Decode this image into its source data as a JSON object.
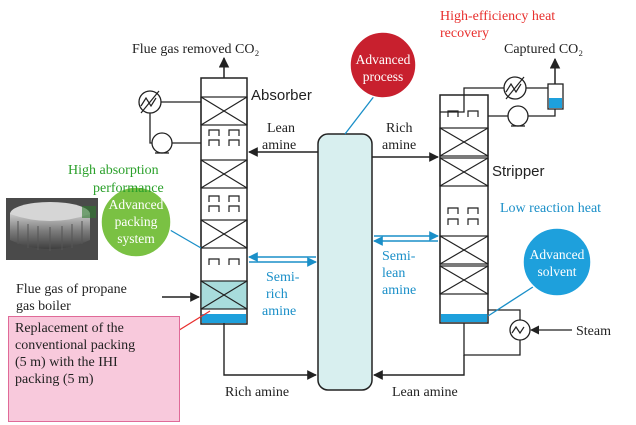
{
  "labels": {
    "flue_gas_removed": "Flue gas removed CO₂",
    "absorber": "Absorber",
    "captured_co2": "Captured CO₂",
    "stripper": "Stripper",
    "high_efficiency_line1": "High-efficiency heat",
    "high_efficiency_line2": "recovery",
    "advanced_process_line1": "Advanced",
    "advanced_process_line2": "process",
    "lean_amine_top_line1": "Lean",
    "lean_amine_top_line2": "amine",
    "rich_amine_top_line1": "Rich",
    "rich_amine_top_line2": "amine",
    "high_absorption_line1": "High absorption",
    "high_absorption_line2": "performance",
    "low_reaction_heat": "Low reaction heat",
    "advanced_packing_line1": "Advanced",
    "advanced_packing_line2": "packing",
    "advanced_packing_line3": "system",
    "advanced_solvent_line1": "Advanced",
    "advanced_solvent_line2": "solvent",
    "semi_rich_line1": "Semi-",
    "semi_rich_line2": "rich",
    "semi_rich_line3": "amine",
    "semi_lean_line1": "Semi-",
    "semi_lean_line2": "lean",
    "semi_lean_line3": "amine",
    "flue_gas_in_line1": "Flue gas of propane",
    "flue_gas_in_line2": "gas boiler",
    "steam": "Steam",
    "rich_amine_bottom": "Rich amine",
    "lean_amine_bottom": "Lean amine",
    "note_line1": "Replacement of the",
    "note_line2": "conventional packing",
    "note_line3": "(5 m) with the IHI",
    "note_line4": "packing (5 m)"
  },
  "colors": {
    "blue": "#1a8fc8",
    "green": "#2aa02a",
    "red": "#e8302e",
    "advanced_process_circle": "#c8202e",
    "advanced_packing_circle": "#7ac143",
    "advanced_solvent_circle": "#1ea0dc",
    "heat_exchanger_fill": "#d8efef",
    "note_fill": "#f8c9dc",
    "note_border": "#e06a98",
    "packing_highlight": "#a8dcdc",
    "liquid": "#1ea0dc"
  },
  "icons": {
    "heat_exchanger": "heat-exchanger-icon",
    "pump": "pump-icon",
    "packing_photo": "packing-photo"
  }
}
